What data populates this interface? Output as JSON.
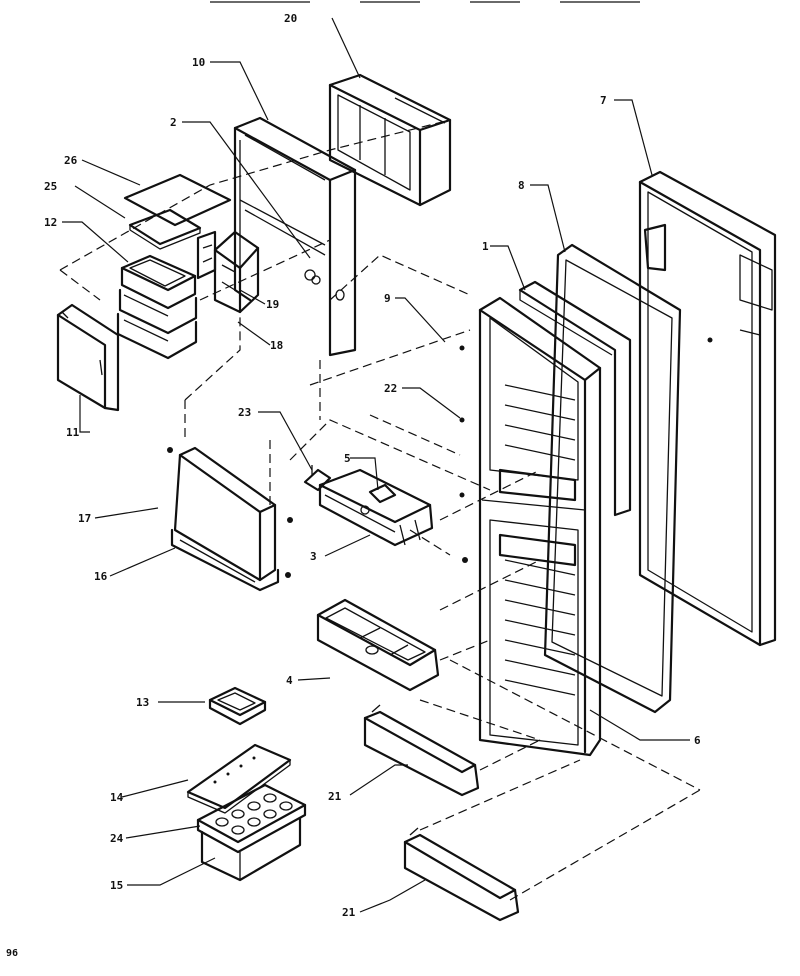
{
  "page_number": "96",
  "callouts": {
    "c1": "1",
    "c2": "2",
    "c3": "3",
    "c4": "4",
    "c5": "5",
    "c6": "6",
    "c7": "7",
    "c8": "8",
    "c9": "9",
    "c10": "10",
    "c11": "11",
    "c12": "12",
    "c13": "13",
    "c14": "14",
    "c15": "15",
    "c16": "16",
    "c17": "17",
    "c18": "18",
    "c19": "19",
    "c20": "20",
    "c21a": "21",
    "c21b": "21",
    "c22": "22",
    "c23": "23",
    "c24": "24",
    "c25": "25",
    "c26": "26"
  }
}
